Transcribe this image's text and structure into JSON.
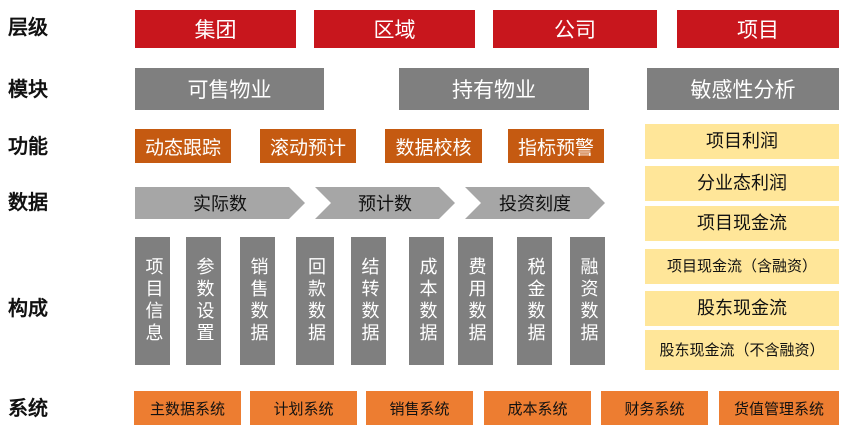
{
  "row_labels": {
    "level": "层级",
    "module": "模块",
    "function": "功能",
    "data": "数据",
    "composition": "构成",
    "system": "系统"
  },
  "levels": [
    "集团",
    "区域",
    "公司",
    "项目"
  ],
  "modules": [
    "可售物业",
    "持有物业",
    "敏感性分析"
  ],
  "functions": [
    "动态跟踪",
    "滚动预计",
    "数据校核",
    "指标预警"
  ],
  "data_flow": [
    "实际数",
    "预计数",
    "投资刻度"
  ],
  "components": [
    "项目信息",
    "参数设置",
    "销售数据",
    "回款数据",
    "结转数据",
    "成本数据",
    "费用数据",
    "税金数据",
    "融资数据"
  ],
  "sensitivity_items": [
    "项目利润",
    "分业态利润",
    "项目现金流",
    "项目现金流（含融资）",
    "股东现金流",
    "股东现金流（不含融资）"
  ],
  "systems": [
    "主数据系统",
    "计划系统",
    "销售系统",
    "成本系统",
    "财务系统",
    "货值管理系统"
  ],
  "colors": {
    "level_red": "#c8161d",
    "module_gray": "#7f7f7f",
    "function_orange": "#c55a11",
    "sensitivity_yellow": "#ffe699",
    "system_orange": "#ed7d31",
    "flow_gray": "#a6a6a6"
  }
}
